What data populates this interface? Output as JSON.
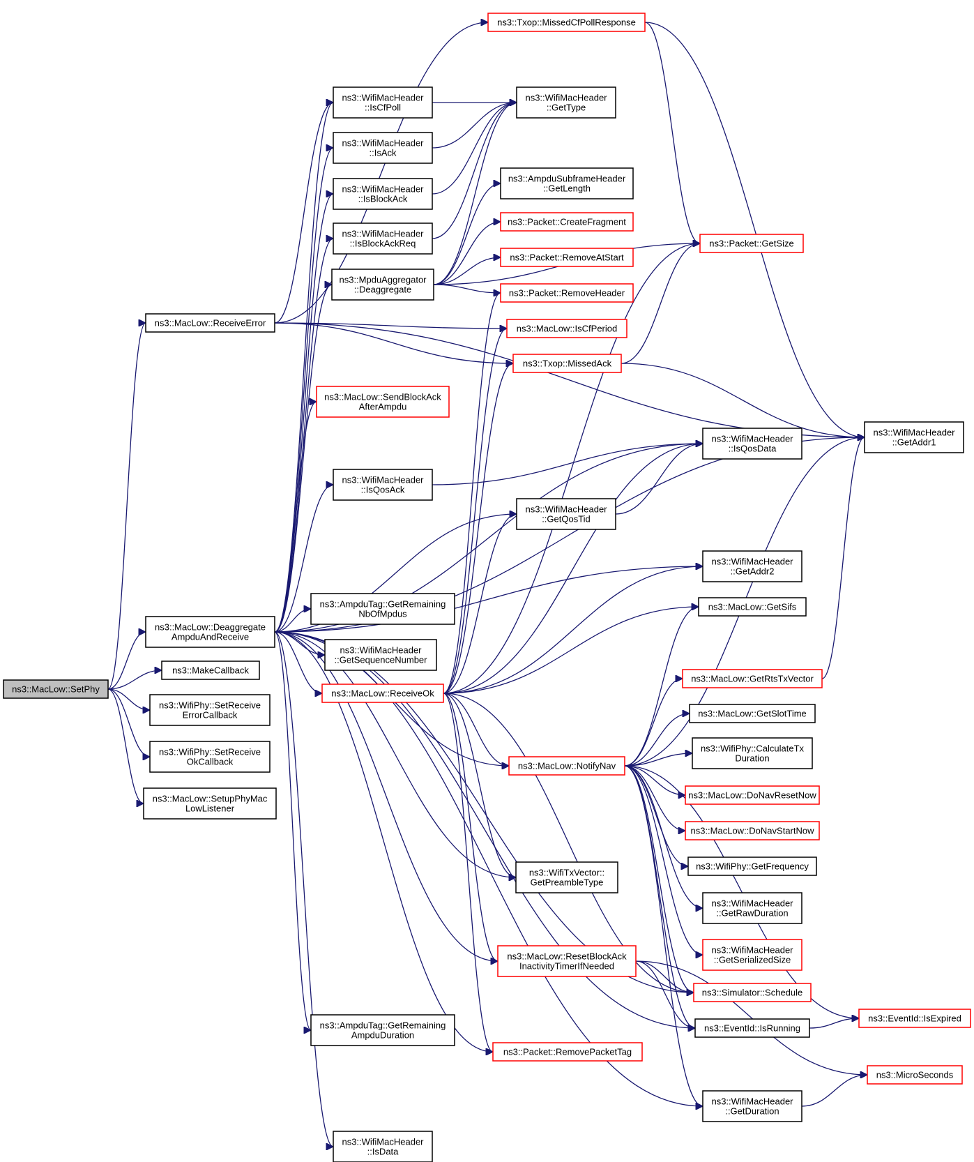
{
  "diagram": {
    "title": "",
    "edge_color": "#191970",
    "highlight_color": "#ff0000",
    "root_fill": "#bfbfbf",
    "nodes": [
      {
        "id": "SetPhy",
        "lines": [
          "ns3::MacLow::SetPhy"
        ],
        "style": "root"
      },
      {
        "id": "ReceiveError",
        "lines": [
          "ns3::MacLow::ReceiveError"
        ],
        "style": "black"
      },
      {
        "id": "DeaggregateAmpduAndReceive",
        "lines": [
          "ns3::MacLow::Deaggregate",
          "AmpduAndReceive"
        ],
        "style": "black"
      },
      {
        "id": "MakeCallback",
        "lines": [
          "ns3::MakeCallback"
        ],
        "style": "black"
      },
      {
        "id": "SetReceiveErrorCallback",
        "lines": [
          "ns3::WifiPhy::SetReceive",
          "ErrorCallback"
        ],
        "style": "black"
      },
      {
        "id": "SetReceiveOkCallback",
        "lines": [
          "ns3::WifiPhy::SetReceive",
          "OkCallback"
        ],
        "style": "black"
      },
      {
        "id": "SetupPhyMacLowListener",
        "lines": [
          "ns3::MacLow::SetupPhyMac",
          "LowListener"
        ],
        "style": "black"
      },
      {
        "id": "MissedCfPollResponse",
        "lines": [
          "ns3::Txop::MissedCfPollResponse"
        ],
        "style": "red"
      },
      {
        "id": "IsCfPoll",
        "lines": [
          "ns3::WifiMacHeader",
          "::IsCfPoll"
        ],
        "style": "black"
      },
      {
        "id": "IsAck",
        "lines": [
          "ns3::WifiMacHeader",
          "::IsAck"
        ],
        "style": "black"
      },
      {
        "id": "IsBlockAck",
        "lines": [
          "ns3::WifiMacHeader",
          "::IsBlockAck"
        ],
        "style": "black"
      },
      {
        "id": "IsBlockAckReq",
        "lines": [
          "ns3::WifiMacHeader",
          "::IsBlockAckReq"
        ],
        "style": "black"
      },
      {
        "id": "MpduDeaggregate",
        "lines": [
          "ns3::MpduAggregator",
          "::Deaggregate"
        ],
        "style": "black"
      },
      {
        "id": "SendBlockAckAfterAmpdu",
        "lines": [
          "ns3::MacLow::SendBlockAck",
          "AfterAmpdu"
        ],
        "style": "red"
      },
      {
        "id": "IsQosAck",
        "lines": [
          "ns3::WifiMacHeader",
          "::IsQosAck"
        ],
        "style": "black"
      },
      {
        "id": "GetRemainingNbOfMpdus",
        "lines": [
          "ns3::AmpduTag::GetRemaining",
          "NbOfMpdus"
        ],
        "style": "black"
      },
      {
        "id": "GetSequenceNumber",
        "lines": [
          "ns3::WifiMacHeader",
          "::GetSequenceNumber"
        ],
        "style": "black"
      },
      {
        "id": "ReceiveOk",
        "lines": [
          "ns3::MacLow::ReceiveOk"
        ],
        "style": "red"
      },
      {
        "id": "GetRemainingAmpduDuration",
        "lines": [
          "ns3::AmpduTag::GetRemaining",
          "AmpduDuration"
        ],
        "style": "black"
      },
      {
        "id": "IsData",
        "lines": [
          "ns3::WifiMacHeader",
          "::IsData"
        ],
        "style": "black"
      },
      {
        "id": "GetType",
        "lines": [
          "ns3::WifiMacHeader",
          "::GetType"
        ],
        "style": "black"
      },
      {
        "id": "GetLength",
        "lines": [
          "ns3::AmpduSubframeHeader",
          "::GetLength"
        ],
        "style": "black"
      },
      {
        "id": "CreateFragment",
        "lines": [
          "ns3::Packet::CreateFragment"
        ],
        "style": "red"
      },
      {
        "id": "RemoveAtStart",
        "lines": [
          "ns3::Packet::RemoveAtStart"
        ],
        "style": "red"
      },
      {
        "id": "RemoveHeader",
        "lines": [
          "ns3::Packet::RemoveHeader"
        ],
        "style": "red"
      },
      {
        "id": "IsCfPeriod",
        "lines": [
          "ns3::MacLow::IsCfPeriod"
        ],
        "style": "red"
      },
      {
        "id": "MissedAck",
        "lines": [
          "ns3::Txop::MissedAck"
        ],
        "style": "red"
      },
      {
        "id": "GetQosTid",
        "lines": [
          "ns3::WifiMacHeader",
          "::GetQosTid"
        ],
        "style": "black"
      },
      {
        "id": "NotifyNav",
        "lines": [
          "ns3::MacLow::NotifyNav"
        ],
        "style": "red"
      },
      {
        "id": "GetPreambleType",
        "lines": [
          "ns3::WifiTxVector::",
          "GetPreambleType"
        ],
        "style": "black"
      },
      {
        "id": "ResetBlockAckInactivityTimerIfNeeded",
        "lines": [
          "ns3::MacLow::ResetBlockAck",
          "InactivityTimerIfNeeded"
        ],
        "style": "red"
      },
      {
        "id": "RemovePacketTag",
        "lines": [
          "ns3::Packet::RemovePacketTag"
        ],
        "style": "red"
      },
      {
        "id": "GetSize",
        "lines": [
          "ns3::Packet::GetSize"
        ],
        "style": "red"
      },
      {
        "id": "IsQosData",
        "lines": [
          "ns3::WifiMacHeader",
          "::IsQosData"
        ],
        "style": "black"
      },
      {
        "id": "GetAddr2",
        "lines": [
          "ns3::WifiMacHeader",
          "::GetAddr2"
        ],
        "style": "black"
      },
      {
        "id": "GetSifs",
        "lines": [
          "ns3::MacLow::GetSifs"
        ],
        "style": "black"
      },
      {
        "id": "GetRtsTxVector",
        "lines": [
          "ns3::MacLow::GetRtsTxVector"
        ],
        "style": "red"
      },
      {
        "id": "GetSlotTime",
        "lines": [
          "ns3::MacLow::GetSlotTime"
        ],
        "style": "black"
      },
      {
        "id": "CalculateTxDuration",
        "lines": [
          "ns3::WifiPhy::CalculateTx",
          "Duration"
        ],
        "style": "black"
      },
      {
        "id": "DoNavResetNow",
        "lines": [
          "ns3::MacLow::DoNavResetNow"
        ],
        "style": "red"
      },
      {
        "id": "DoNavStartNow",
        "lines": [
          "ns3::MacLow::DoNavStartNow"
        ],
        "style": "red"
      },
      {
        "id": "GetFrequency",
        "lines": [
          "ns3::WifiPhy::GetFrequency"
        ],
        "style": "black"
      },
      {
        "id": "GetRawDuration",
        "lines": [
          "ns3::WifiMacHeader",
          "::GetRawDuration"
        ],
        "style": "black"
      },
      {
        "id": "GetSerializedSize",
        "lines": [
          "ns3::WifiMacHeader",
          "::GetSerializedSize"
        ],
        "style": "red"
      },
      {
        "id": "Schedule",
        "lines": [
          "ns3::Simulator::Schedule"
        ],
        "style": "red"
      },
      {
        "id": "IsRunning",
        "lines": [
          "ns3::EventId::IsRunning"
        ],
        "style": "black"
      },
      {
        "id": "GetDuration",
        "lines": [
          "ns3::WifiMacHeader",
          "::GetDuration"
        ],
        "style": "black"
      },
      {
        "id": "GetAddr1",
        "lines": [
          "ns3::WifiMacHeader",
          "::GetAddr1"
        ],
        "style": "black"
      },
      {
        "id": "IsExpired",
        "lines": [
          "ns3::EventId::IsExpired"
        ],
        "style": "red"
      },
      {
        "id": "MicroSeconds",
        "lines": [
          "ns3::MicroSeconds"
        ],
        "style": "red"
      }
    ],
    "edges": [
      [
        "SetPhy",
        "ReceiveError"
      ],
      [
        "SetPhy",
        "DeaggregateAmpduAndReceive"
      ],
      [
        "SetPhy",
        "MakeCallback"
      ],
      [
        "SetPhy",
        "SetReceiveErrorCallback"
      ],
      [
        "SetPhy",
        "SetReceiveOkCallback"
      ],
      [
        "SetPhy",
        "SetupPhyMacLowListener"
      ],
      [
        "ReceiveError",
        "MissedCfPollResponse"
      ],
      [
        "ReceiveError",
        "IsCfPoll"
      ],
      [
        "ReceiveError",
        "IsCfPeriod"
      ],
      [
        "ReceiveError",
        "MissedAck"
      ],
      [
        "ReceiveError",
        "GetAddr1"
      ],
      [
        "MissedCfPollResponse",
        "GetSize"
      ],
      [
        "MissedCfPollResponse",
        "GetAddr1"
      ],
      [
        "IsCfPoll",
        "GetType"
      ],
      [
        "IsAck",
        "GetType"
      ],
      [
        "IsBlockAck",
        "GetType"
      ],
      [
        "IsBlockAckReq",
        "GetType"
      ],
      [
        "MpduDeaggregate",
        "GetType"
      ],
      [
        "MpduDeaggregate",
        "GetLength"
      ],
      [
        "MpduDeaggregate",
        "CreateFragment"
      ],
      [
        "MpduDeaggregate",
        "RemoveAtStart"
      ],
      [
        "MpduDeaggregate",
        "RemoveHeader"
      ],
      [
        "MpduDeaggregate",
        "GetSize"
      ],
      [
        "MissedAck",
        "GetSize"
      ],
      [
        "MissedAck",
        "GetAddr1"
      ],
      [
        "IsQosAck",
        "IsQosData"
      ],
      [
        "GetQosTid",
        "IsQosData"
      ],
      [
        "DeaggregateAmpduAndReceive",
        "IsCfPoll"
      ],
      [
        "DeaggregateAmpduAndReceive",
        "IsAck"
      ],
      [
        "DeaggregateAmpduAndReceive",
        "IsBlockAck"
      ],
      [
        "DeaggregateAmpduAndReceive",
        "IsBlockAckReq"
      ],
      [
        "DeaggregateAmpduAndReceive",
        "MpduDeaggregate"
      ],
      [
        "DeaggregateAmpduAndReceive",
        "SendBlockAckAfterAmpdu"
      ],
      [
        "DeaggregateAmpduAndReceive",
        "IsQosAck"
      ],
      [
        "DeaggregateAmpduAndReceive",
        "IsQosData"
      ],
      [
        "DeaggregateAmpduAndReceive",
        "GetQosTid"
      ],
      [
        "DeaggregateAmpduAndReceive",
        "GetAddr2"
      ],
      [
        "DeaggregateAmpduAndReceive",
        "GetRemainingNbOfMpdus"
      ],
      [
        "DeaggregateAmpduAndReceive",
        "GetSequenceNumber"
      ],
      [
        "DeaggregateAmpduAndReceive",
        "ReceiveOk"
      ],
      [
        "DeaggregateAmpduAndReceive",
        "GetAddr1"
      ],
      [
        "DeaggregateAmpduAndReceive",
        "NotifyNav"
      ],
      [
        "DeaggregateAmpduAndReceive",
        "GetPreambleType"
      ],
      [
        "DeaggregateAmpduAndReceive",
        "ResetBlockAckInactivityTimerIfNeeded"
      ],
      [
        "DeaggregateAmpduAndReceive",
        "Schedule"
      ],
      [
        "DeaggregateAmpduAndReceive",
        "IsRunning"
      ],
      [
        "DeaggregateAmpduAndReceive",
        "GetRemainingAmpduDuration"
      ],
      [
        "DeaggregateAmpduAndReceive",
        "RemovePacketTag"
      ],
      [
        "DeaggregateAmpduAndReceive",
        "GetDuration"
      ],
      [
        "DeaggregateAmpduAndReceive",
        "IsData"
      ],
      [
        "ReceiveOk",
        "RemoveHeader"
      ],
      [
        "ReceiveOk",
        "IsCfPeriod"
      ],
      [
        "ReceiveOk",
        "MissedAck"
      ],
      [
        "ReceiveOk",
        "GetSize"
      ],
      [
        "ReceiveOk",
        "IsQosData"
      ],
      [
        "ReceiveOk",
        "GetQosTid"
      ],
      [
        "ReceiveOk",
        "GetAddr2"
      ],
      [
        "ReceiveOk",
        "GetSifs"
      ],
      [
        "ReceiveOk",
        "NotifyNav"
      ],
      [
        "ReceiveOk",
        "GetPreambleType"
      ],
      [
        "ReceiveOk",
        "ResetBlockAckInactivityTimerIfNeeded"
      ],
      [
        "ReceiveOk",
        "Schedule"
      ],
      [
        "ReceiveOk",
        "RemovePacketTag"
      ],
      [
        "NotifyNav",
        "GetAddr1"
      ],
      [
        "NotifyNav",
        "GetSifs"
      ],
      [
        "NotifyNav",
        "GetRtsTxVector"
      ],
      [
        "NotifyNav",
        "GetSlotTime"
      ],
      [
        "NotifyNav",
        "CalculateTxDuration"
      ],
      [
        "NotifyNav",
        "DoNavResetNow"
      ],
      [
        "NotifyNav",
        "DoNavStartNow"
      ],
      [
        "NotifyNav",
        "GetFrequency"
      ],
      [
        "NotifyNav",
        "GetRawDuration"
      ],
      [
        "NotifyNav",
        "GetSerializedSize"
      ],
      [
        "NotifyNav",
        "Schedule"
      ],
      [
        "NotifyNav",
        "IsRunning"
      ],
      [
        "NotifyNav",
        "GetDuration"
      ],
      [
        "NotifyNav",
        "IsExpired"
      ],
      [
        "GetRtsTxVector",
        "GetAddr1"
      ],
      [
        "ResetBlockAckInactivityTimerIfNeeded",
        "Schedule"
      ],
      [
        "ResetBlockAckInactivityTimerIfNeeded",
        "IsRunning"
      ],
      [
        "ResetBlockAckInactivityTimerIfNeeded",
        "MicroSeconds"
      ],
      [
        "IsRunning",
        "IsExpired"
      ],
      [
        "GetDuration",
        "MicroSeconds"
      ]
    ]
  }
}
